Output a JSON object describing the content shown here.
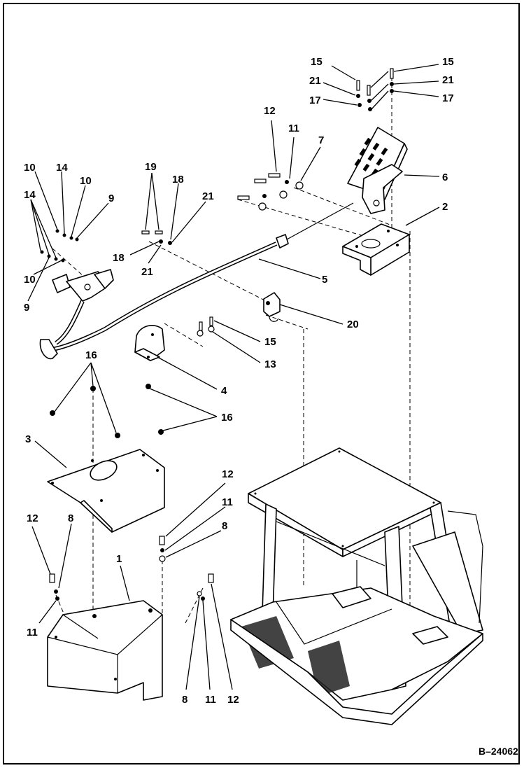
{
  "figure_id": "B–24062",
  "callouts": {
    "c1": "1",
    "c2": "2",
    "c3": "3",
    "c4": "4",
    "c5": "5",
    "c6": "6",
    "c7": "7",
    "c8a": "8",
    "c8b": "8",
    "c8c": "8",
    "c9a": "9",
    "c9b": "9",
    "c10a": "10",
    "c10b": "10",
    "c10c": "10",
    "c11a": "11",
    "c11b": "11",
    "c11c": "11",
    "c11d": "11",
    "c12a": "12",
    "c12b": "12",
    "c12c": "12",
    "c12d": "12",
    "c13": "13",
    "c14a": "14",
    "c14b": "14",
    "c15a": "15",
    "c15b": "15",
    "c15c": "15",
    "c16a": "16",
    "c16b": "16",
    "c17a": "17",
    "c17b": "17",
    "c18a": "18",
    "c18b": "18",
    "c19": "19",
    "c20": "20",
    "c21a": "21",
    "c21b": "21",
    "c21c": "21",
    "c21d": "21"
  }
}
